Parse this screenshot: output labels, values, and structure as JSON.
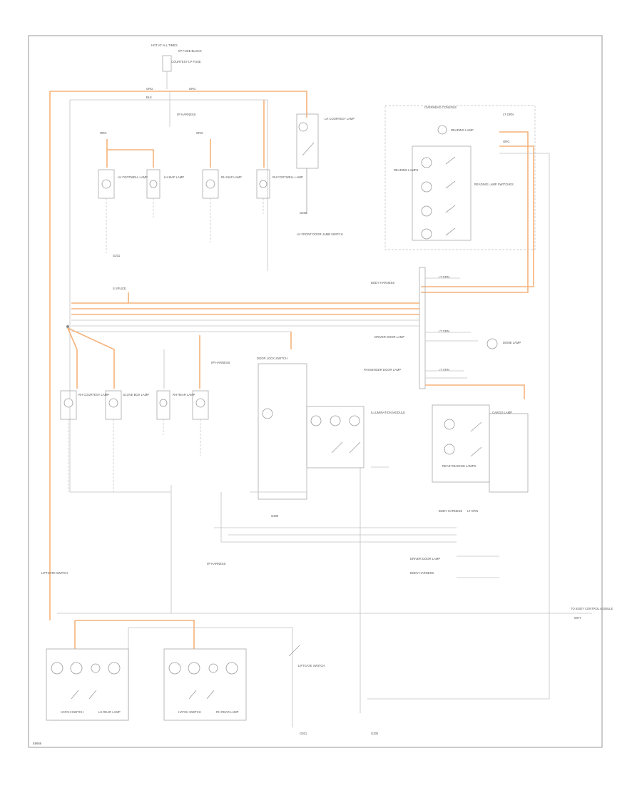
{
  "diagram": {
    "corner_code": "E8666",
    "labels": {
      "hot_at_all_times": "HOT AT ALL TIMES",
      "fuse_block": "I/P FUSE BLOCK",
      "courtesy_lamp_fuse": "COURTESY LP FUSE",
      "lh_courtesy_lamp": "LH COURTESY LAMP",
      "door_switch_l": "LH FRONT DOOR JAMB SWITCH",
      "overhead_console": "OVERHEAD CONSOLE",
      "reading_lamp": "READING LAMP",
      "reading_lamps": "READING LAMPS",
      "reading_switches": "READING LAMP SWITCHES",
      "lh_footwell": "LH FOOTWELL LAMP",
      "lh_map": "LH MAP LAMP",
      "rh_map": "RH MAP LAMP",
      "rh_footwell": "RH FOOTWELL LAMP",
      "glove_box": "GLOVE BOX LAMP",
      "rh_courtesy": "RH COURTESY LAMP",
      "s_splice": "S SPLICE",
      "ip_harness": "I/P HARNESS",
      "body_harness": "BODY HARNESS",
      "driver_door_lamp": "DRIVER DOOR LAMP",
      "passenger_door_lamp": "PASSENGER DOOR LAMP",
      "door_lock_switch": "DOOR LOCK SWITCH",
      "illumination_module": "ILLUMINATION MODULE",
      "dome_lamp": "DOME LAMP",
      "rear_reading_lamps": "REAR READING LAMPS",
      "lh_rear_lamp": "LH REAR LAMP",
      "rh_rear_lamp": "RH REAR LAMP",
      "cargo_lamp": "CARGO LAMP",
      "liftgate_switch": "LIFTGATE SWITCH",
      "hatch_switch": "HATCH SWITCH",
      "ground_g200": "G200",
      "ground_g201": "G201",
      "ground_g300": "G300",
      "ground_g301": "G301",
      "to_bcm": "TO BODY CONTROL MODULE",
      "lt_grn": "LT GRN",
      "wht": "WHT",
      "blk": "BLK",
      "org": "ORG",
      "gry": "GRY"
    }
  }
}
